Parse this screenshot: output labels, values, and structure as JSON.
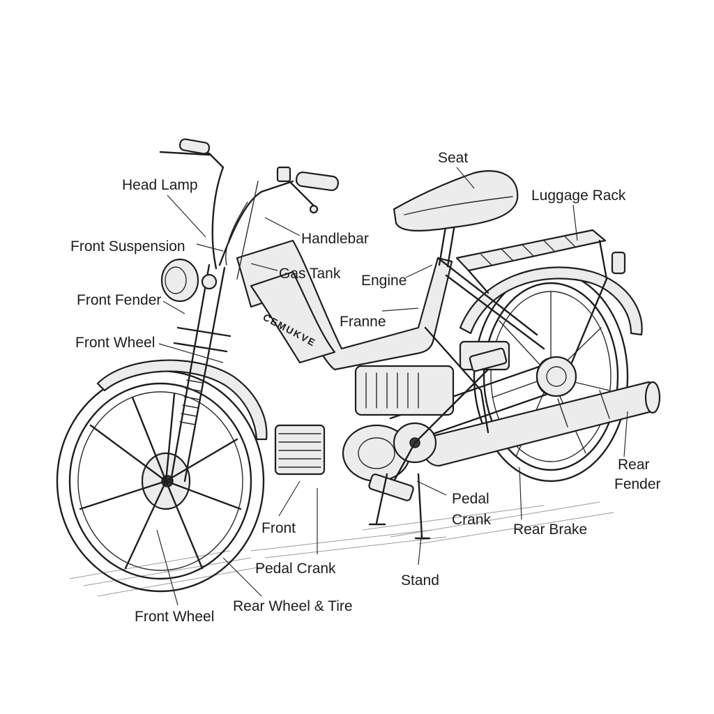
{
  "labels": {
    "seat": "Seat",
    "luggage_rack": "Luggage Rack",
    "head_lamp": "Head Lamp",
    "handlebar": "Handlebar",
    "front_suspension": "Front Suspension",
    "gas_tank": "Gas Tank",
    "engine": "Engine",
    "front_fender": "Front Fender",
    "frame": "Franne",
    "front_wheel_upper": "Front Wheel",
    "rear_fender_1": "Rear",
    "rear_fender_2": "Fender",
    "pedal_crank_right_1": "Pedal",
    "pedal_crank_right_2": "Crank",
    "front": "Front",
    "rear_brake": "Rear Brake",
    "pedal_crank": "Pedal Crank",
    "stand": "Stand",
    "rear_wheel_tire": "Rear Wheel & Tire",
    "front_wheel_lower": "Front Wheel"
  },
  "tank_badge": "CEMUKVE"
}
